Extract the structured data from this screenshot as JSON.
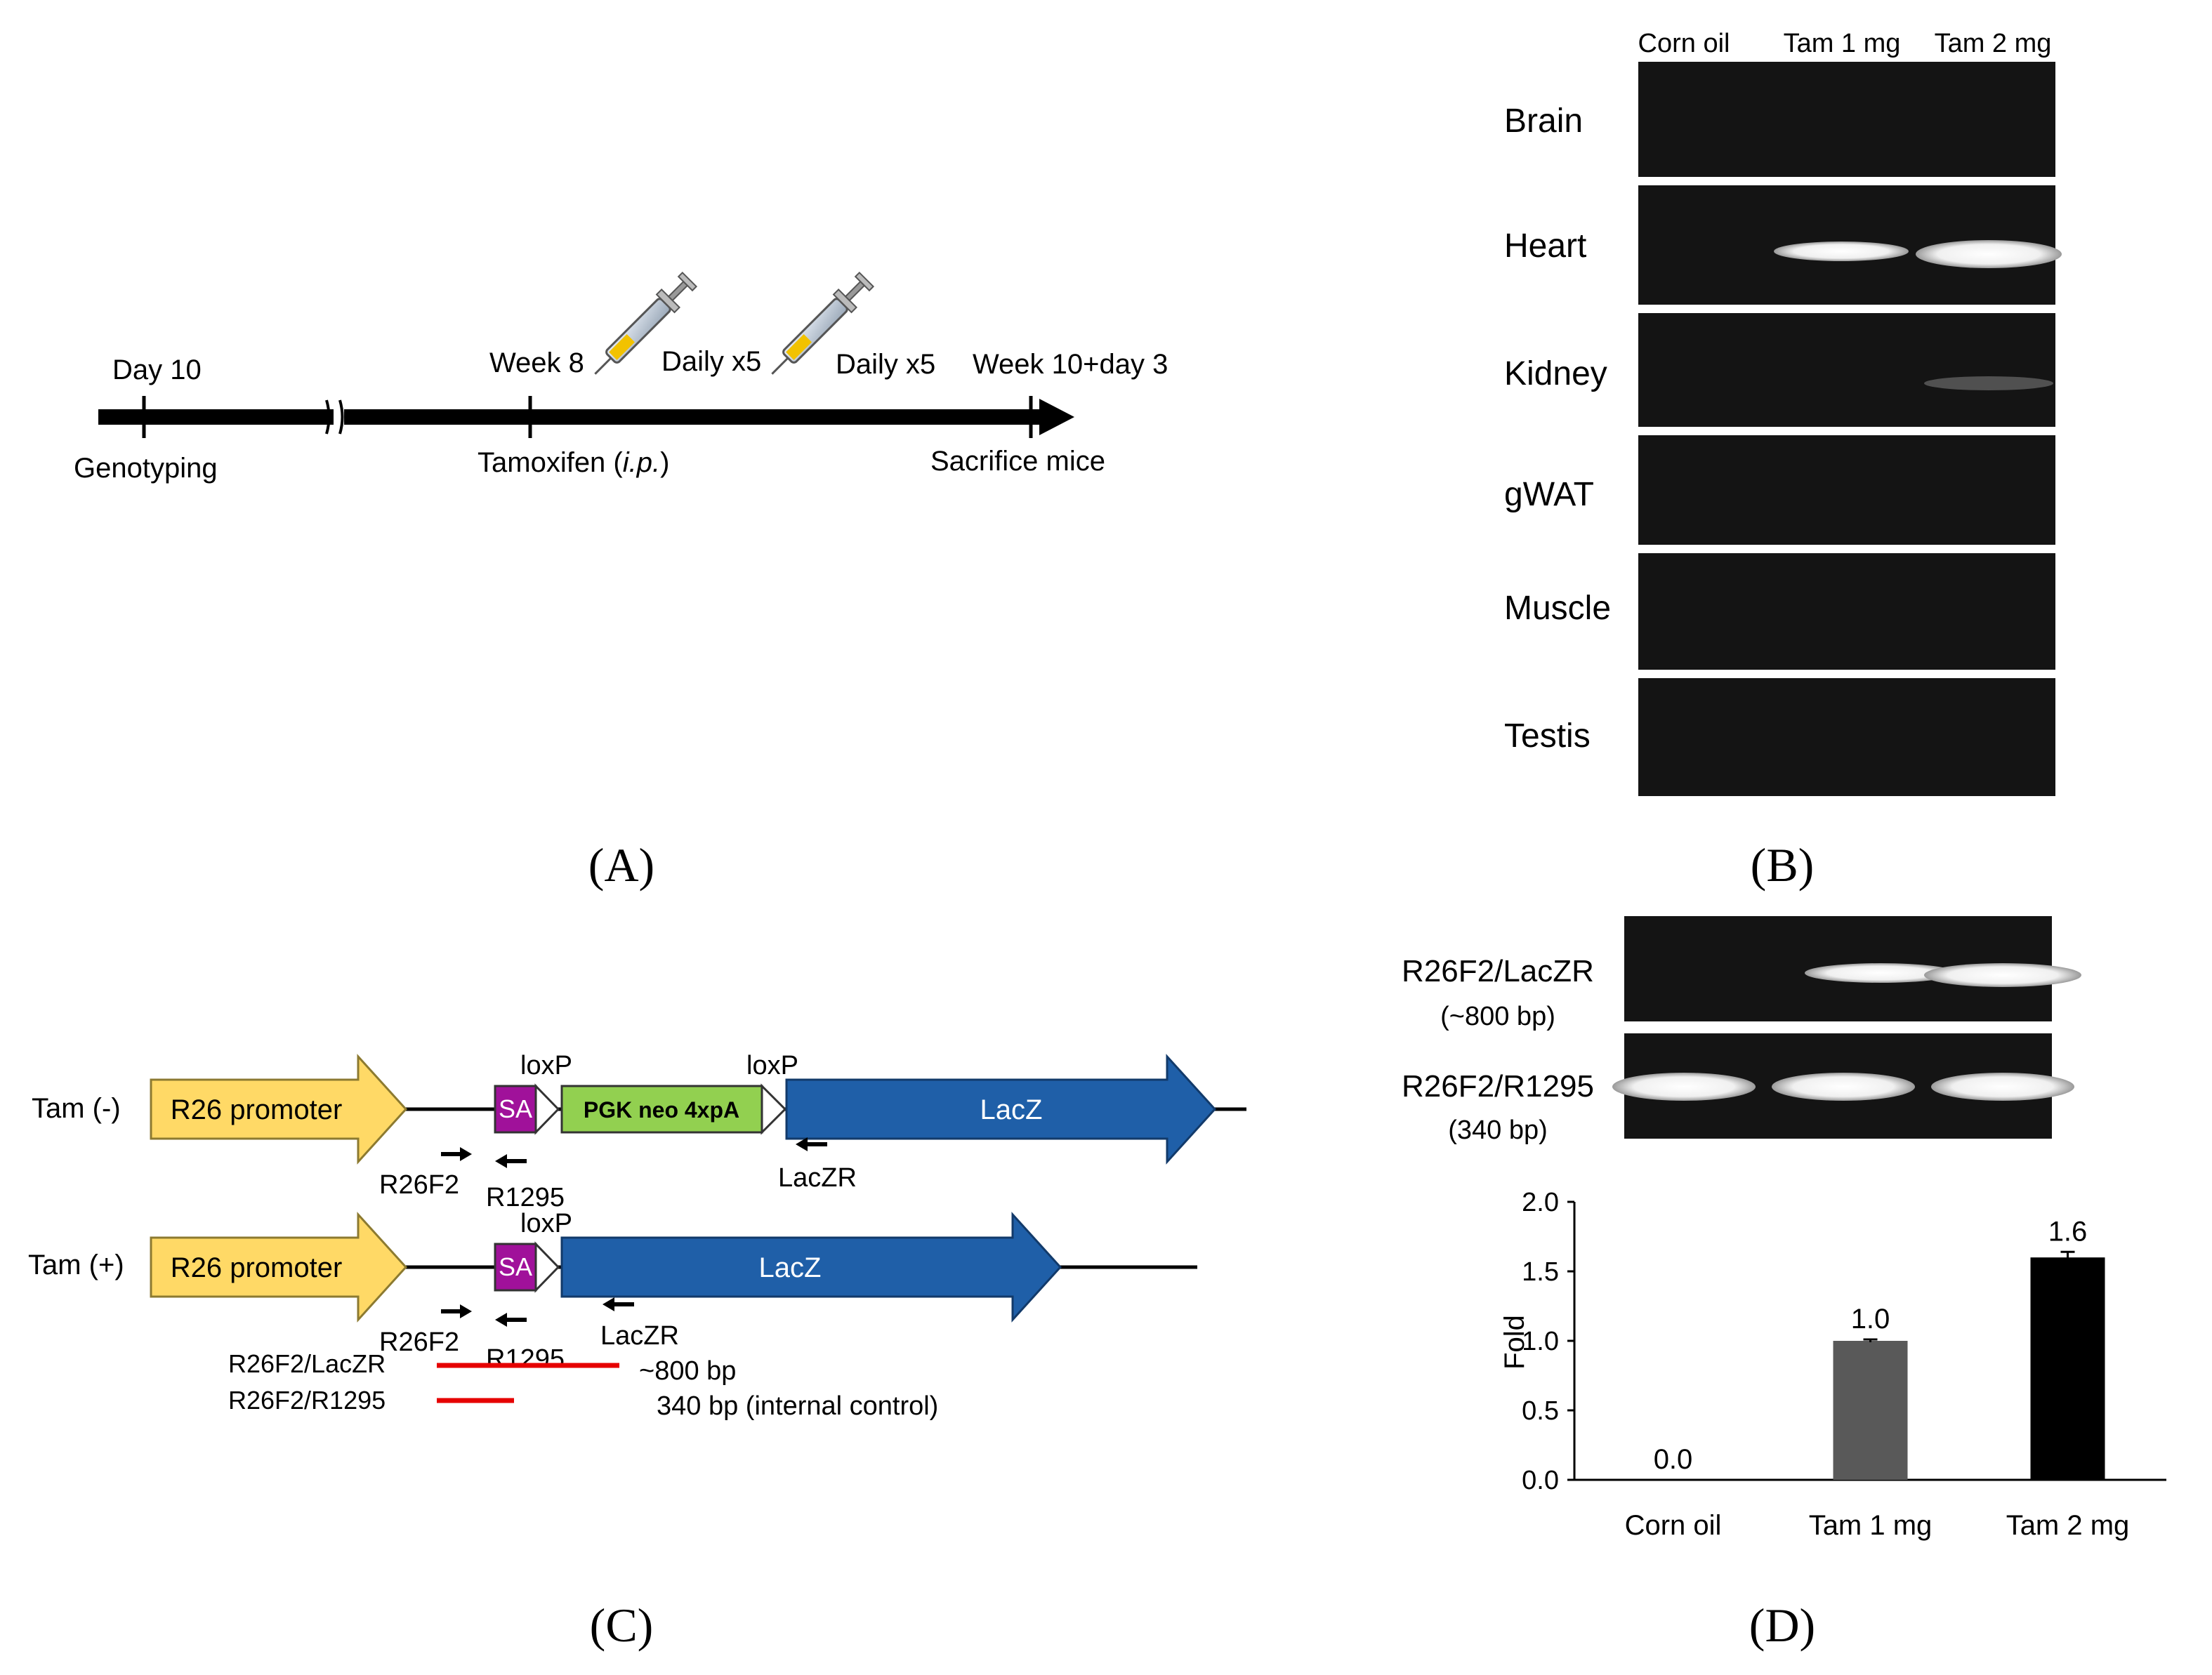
{
  "panel_labels": {
    "a": "(A)",
    "b": "(B)",
    "c": "(C)",
    "d": "(D)"
  },
  "panel_a": {
    "day10": "Day 10",
    "genotyping": "Genotyping",
    "week8": "Week 8",
    "tamoxifen": "Tamoxifen (",
    "ip": "i.p.",
    "close_paren": ")",
    "daily1": "Daily x5",
    "daily2": "Daily x5",
    "week10": "Week 10+day 3",
    "sacrifice": "Sacrifice mice"
  },
  "panel_b": {
    "lanes": [
      "Corn oil",
      "Tam 1 mg",
      "Tam 2 mg"
    ],
    "tissues": [
      "Brain",
      "Heart",
      "Kidney",
      "gWAT",
      "Muscle",
      "Testis"
    ]
  },
  "panel_c": {
    "tam_minus": "Tam (-)",
    "tam_plus": "Tam (+)",
    "r26_promoter": "R26 promoter",
    "sa": "SA",
    "loxp": "loxP",
    "pgk": "PGK neo 4xpA",
    "lacz": "LacZ",
    "r26f2": "R26F2",
    "r1295": "R1295",
    "laczr": "LacZR",
    "legend1_name": "R26F2/LacZR",
    "legend1_size": "~800 bp",
    "legend2_name": "R26F2/R1295",
    "legend2_size": "340 bp (internal control)",
    "colors": {
      "promoter": "#ffd966",
      "sa": "#a0119a",
      "pgk": "#92d050",
      "lacz": "#1f5fa8",
      "amplicon": "#e60000"
    }
  },
  "panel_d": {
    "gel1_label": "R26F2/LacZR",
    "gel1_size": "(~800 bp)",
    "gel2_label": "R26F2/R1295",
    "gel2_size": "(340 bp)"
  },
  "chart_data": {
    "type": "bar",
    "categories": [
      "Corn oil",
      "Tam 1 mg",
      "Tam 2 mg"
    ],
    "values": [
      0.0,
      1.0,
      1.6
    ],
    "errors": [
      0,
      0.01,
      0.04
    ],
    "data_labels": [
      "0.0",
      "1.0",
      "1.6"
    ],
    "ylabel": "Fold",
    "ylim": [
      0,
      2.0
    ],
    "yticks": [
      "0.0",
      "0.5",
      "1.0",
      "1.5",
      "2.0"
    ],
    "bar_colors": [
      "#d9d9d9",
      "#595959",
      "#000000"
    ],
    "grid": false
  }
}
